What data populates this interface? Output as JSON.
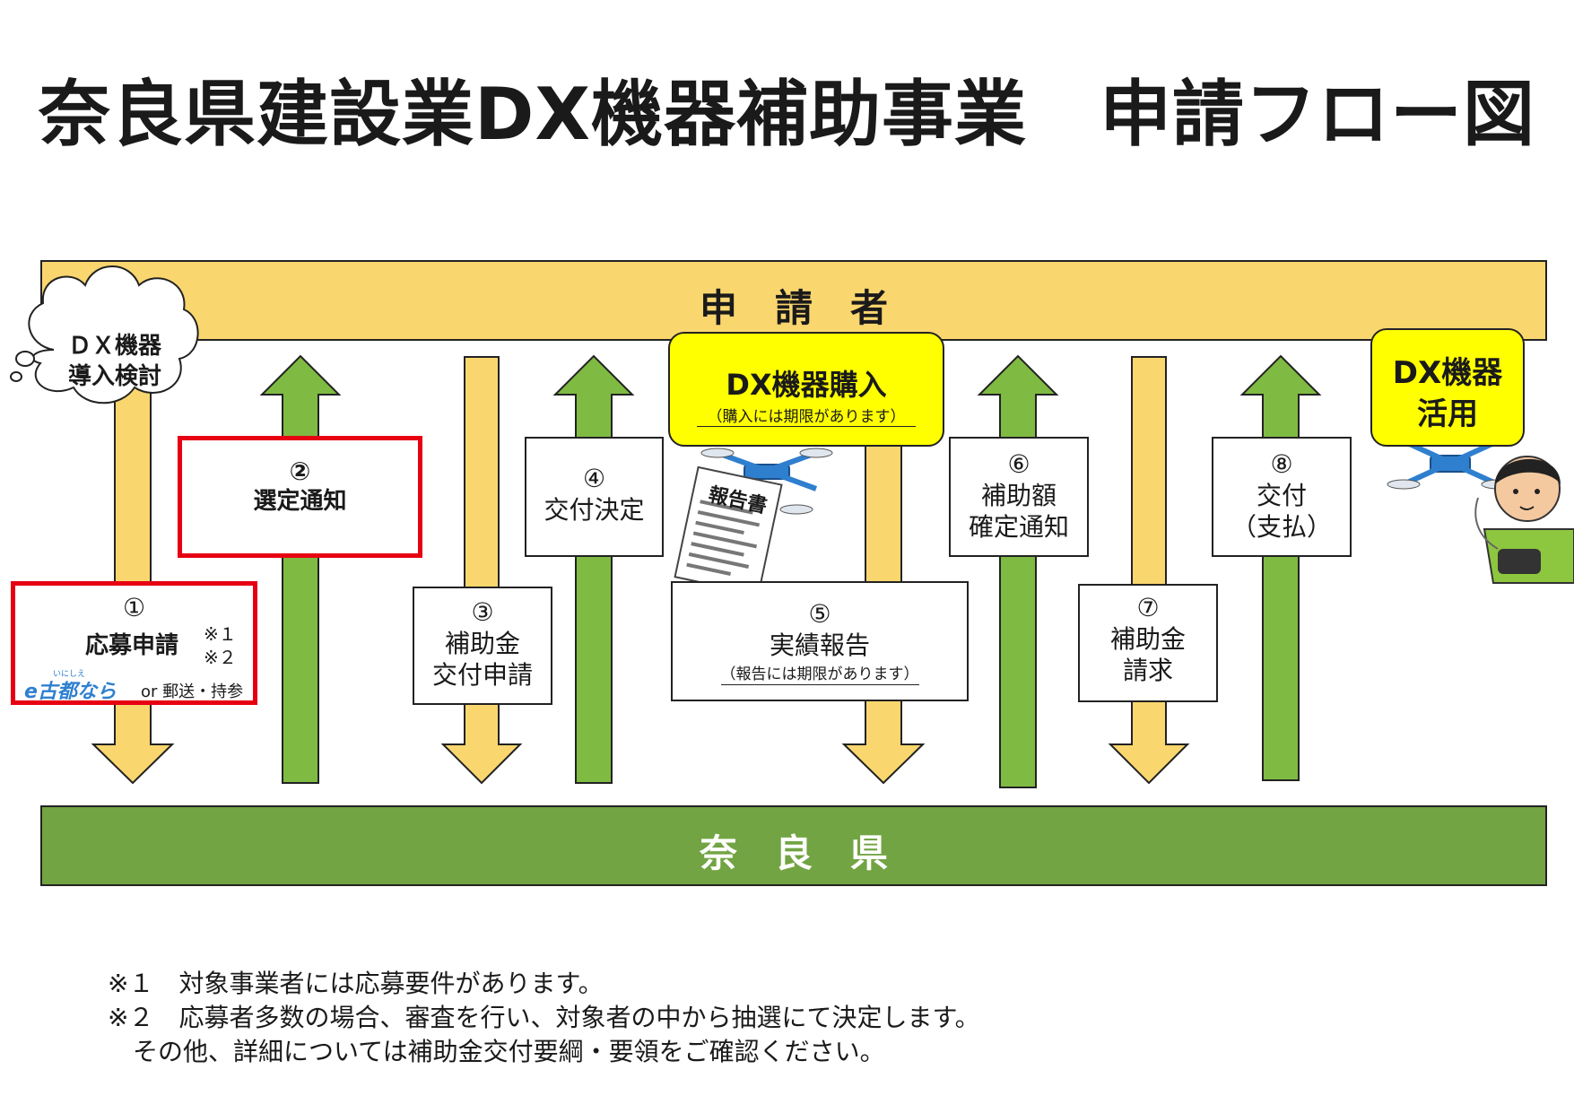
{
  "title": "奈良県建設業DX機器補助事業　申請フロー図",
  "bands": {
    "applicant": "申　請　者",
    "prefecture": "奈　良　県"
  },
  "cloud": {
    "line1": "ＤＸ機器",
    "line2": "導入検討"
  },
  "steps": [
    {
      "num": "①",
      "label": "応募申請",
      "marks": [
        "※１",
        "※２"
      ],
      "logo": "e古都なら",
      "logo_ruby": "いにしえ",
      "channels": "or 郵送・持参"
    },
    {
      "num": "②",
      "label": "選定通知"
    },
    {
      "num": "③",
      "label": "補助金\n交付申請"
    },
    {
      "num": "④",
      "label": "交付決定"
    },
    {
      "num": "⑤",
      "label": "実績報告",
      "note": "（報告には期限があります）"
    },
    {
      "num": "⑥",
      "label": "補助額\n確定通知"
    },
    {
      "num": "⑦",
      "label": "補助金\n請求"
    },
    {
      "num": "⑧",
      "label": "交付\n（支払）"
    }
  ],
  "purchase": {
    "label": "DX機器購入",
    "note": "（購入には期限があります）"
  },
  "usage": {
    "line1": "DX機器",
    "line2": "活用"
  },
  "report_doc": "報告書",
  "notes": [
    "※１　対象事業者には応募要件があります。",
    "※２　応募者多数の場合、審査を行い、対象者の中から抽選にて決定します。",
    "　その他、詳細については補助金交付要綱・要領をご確認ください。"
  ],
  "colors": {
    "yellow_arrow": "#fad66f",
    "green_arrow": "#7fba42",
    "top_band": "#fad66f",
    "bottom_band": "#72a443",
    "highlight_border": "#e60012",
    "callout": "#ffff00",
    "drone": "#2f7fcf"
  },
  "icons": [
    "cloud-callout",
    "drone-icon",
    "report-document-icon",
    "person-with-controller-icon"
  ]
}
